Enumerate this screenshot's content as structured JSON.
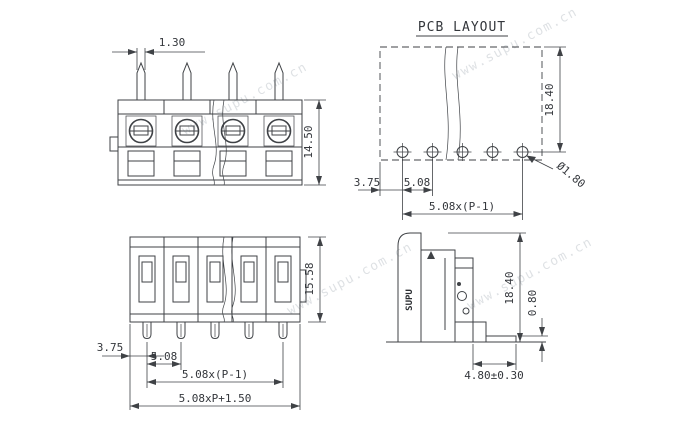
{
  "drawing": {
    "title": "PCB LAYOUT",
    "watermark": "www.supu.com.cn",
    "front_view": {
      "pin_width": "1.30",
      "height": "14.50"
    },
    "pcb_layout": {
      "hole_row_offset": "18.40",
      "edge_offset": "3.75",
      "pitch": "5.08",
      "span": "5.08x(P-1)",
      "hole_diameter": "Ø1.80"
    },
    "top_view": {
      "depth": "15.58",
      "edge_offset": "3.75",
      "pitch": "5.08",
      "span": "5.08x(P-1)",
      "overall_width": "5.08xP+1.50"
    },
    "side_view": {
      "height": "18.40",
      "pin_thickness": "0.80",
      "pin_length": "4.80±0.30",
      "brand": "SUPU"
    }
  }
}
